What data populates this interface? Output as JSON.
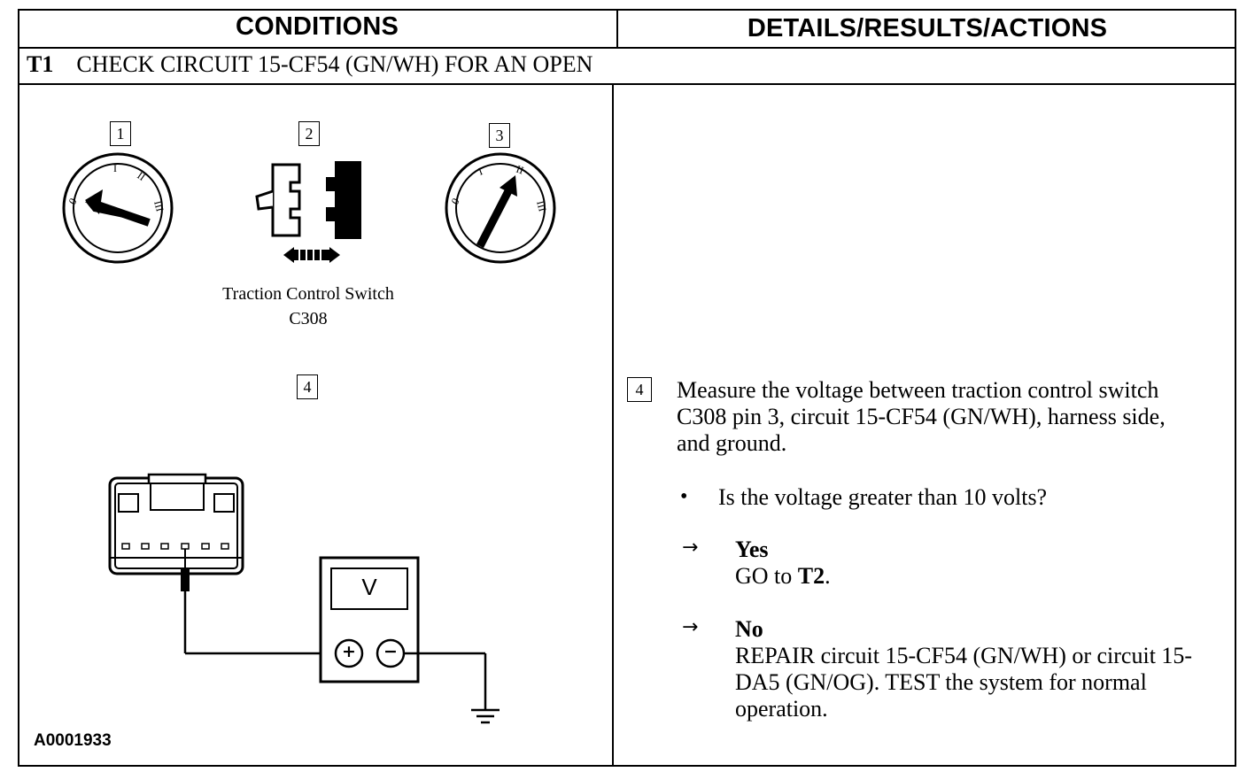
{
  "headers": {
    "conditions": "CONDITIONS",
    "details": "DETAILS/RESULTS/ACTIONS"
  },
  "step": {
    "id": "T1",
    "title": "CHECK CIRCUIT 15-CF54 (GN/WH) FOR AN OPEN"
  },
  "figure": {
    "callouts": [
      "1",
      "2",
      "3",
      "4"
    ],
    "switch_label": "Traction Control Switch",
    "connector_label": "C308",
    "key_positions": {
      "off": "0",
      "pos1": "I",
      "pos2": "II",
      "pos3": "III"
    },
    "meter_symbol": "V",
    "meter_plus": "+",
    "meter_minus": "−",
    "figure_id": "A0001933"
  },
  "details": {
    "callout": "4",
    "instruction": "Measure the voltage between traction control switch C308 pin 3, circuit 15-CF54 (GN/WH), harness side, and ground.",
    "question": "Is the voltage greater than 10 volts?",
    "yes_label": "Yes",
    "yes_action_prefix": "GO to ",
    "yes_action_target": "T2",
    "yes_action_suffix": ".",
    "no_label": "No",
    "no_action": "REPAIR circuit 15-CF54 (GN/WH) or circuit 15-DA5 (GN/OG). TEST the system for normal operation."
  }
}
